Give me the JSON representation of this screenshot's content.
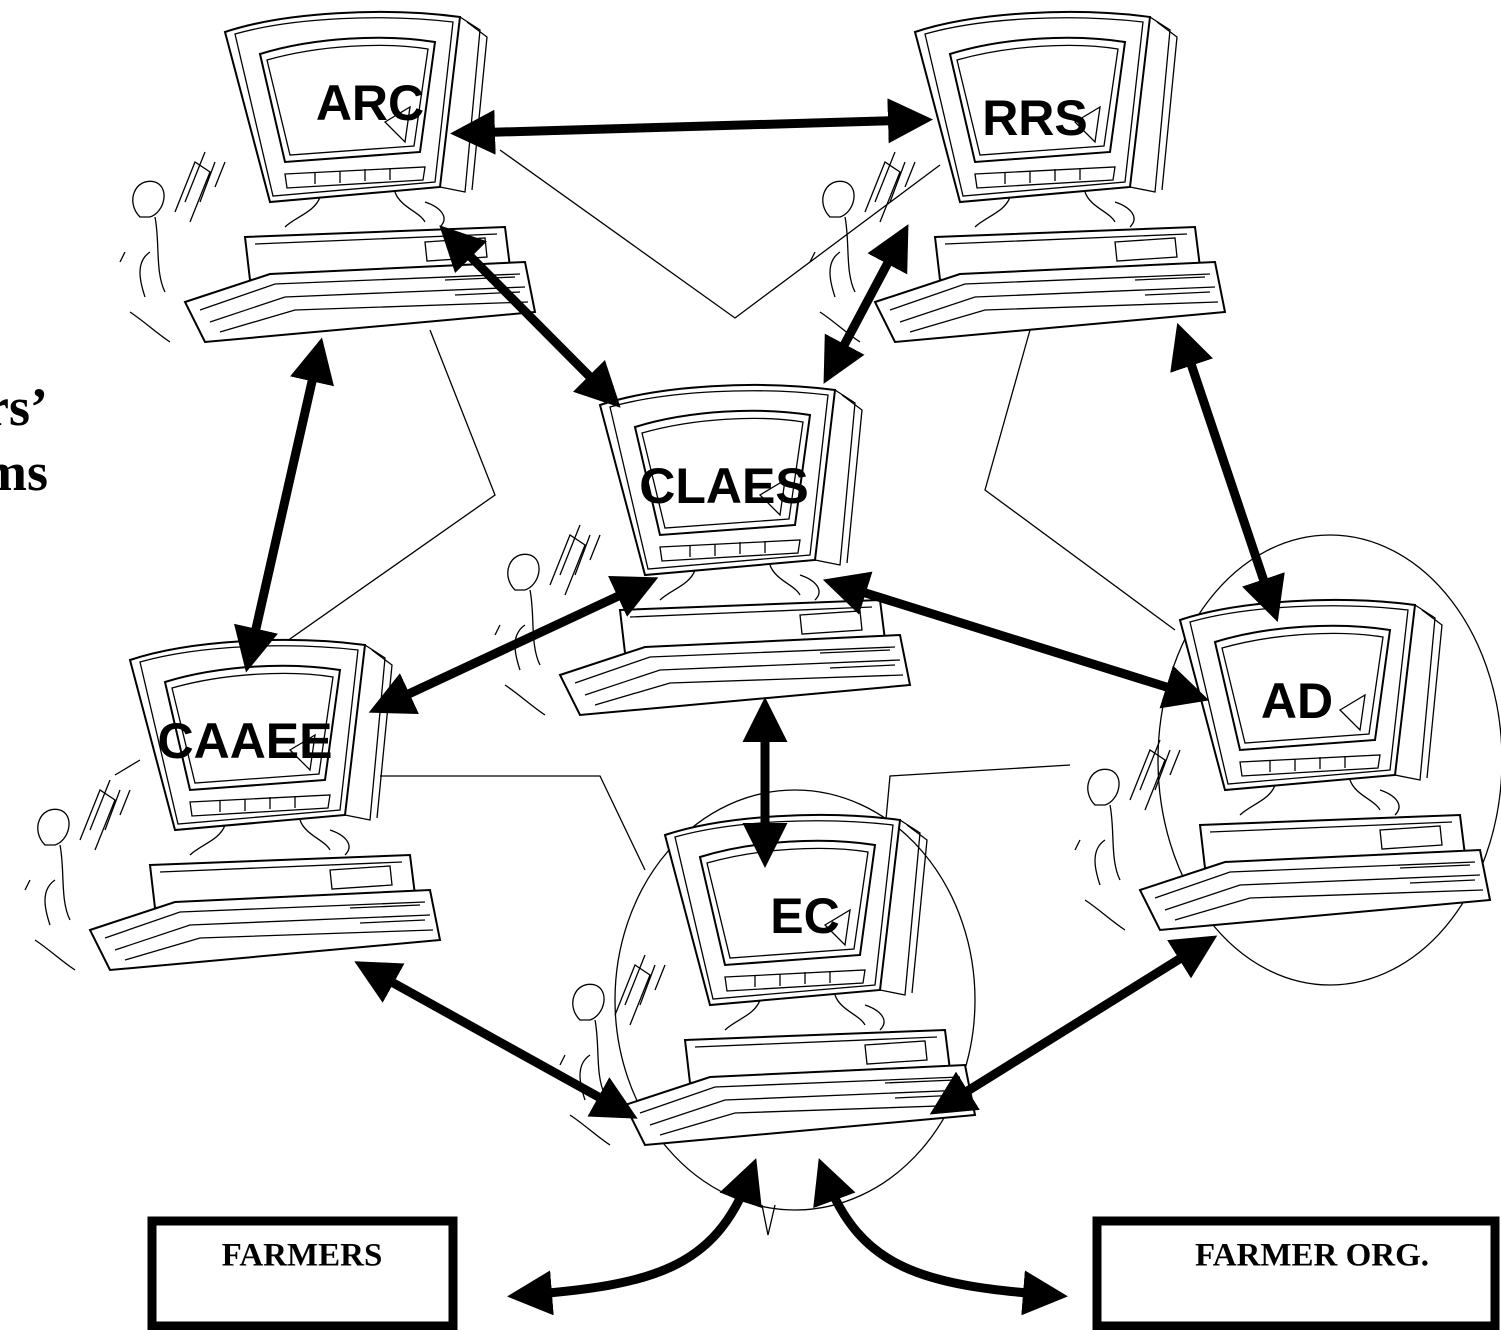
{
  "diagram": {
    "side_text": [
      "rs’",
      "ms"
    ],
    "nodes": [
      {
        "id": "arc",
        "label": "ARC"
      },
      {
        "id": "rrs",
        "label": "RRS"
      },
      {
        "id": "claes",
        "label": "CLAES"
      },
      {
        "id": "caaee",
        "label": "CAAEE"
      },
      {
        "id": "ad",
        "label": "AD"
      },
      {
        "id": "ec",
        "label": "EC"
      }
    ],
    "boxes": [
      {
        "id": "farmers",
        "label": "FARMERS"
      },
      {
        "id": "farmer-org",
        "label": "FARMER ORG."
      }
    ],
    "icon_name": "desktop-computer-icon"
  }
}
